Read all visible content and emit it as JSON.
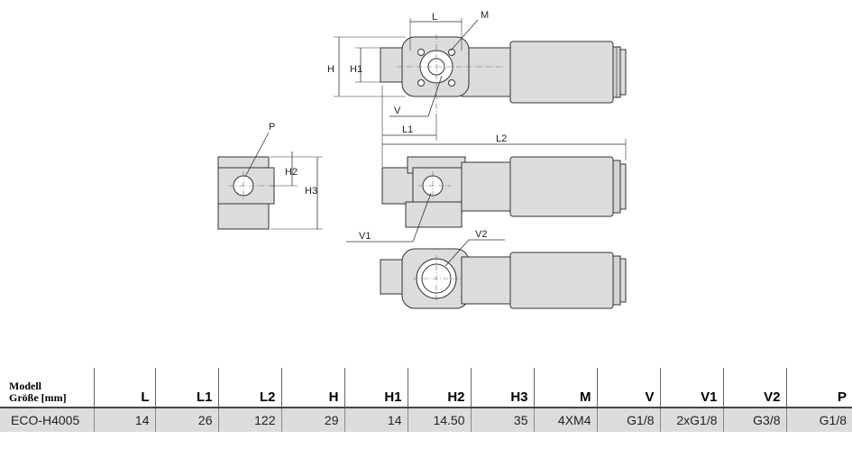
{
  "labels": {
    "L": "L",
    "M": "M",
    "H": "H",
    "H1": "H1",
    "V": "V",
    "L1": "L1",
    "L2": "L2",
    "P": "P",
    "H2": "H2",
    "H3": "H3",
    "V1": "V1",
    "V2": "V2"
  },
  "table": {
    "header_line1": "Modell",
    "header_line2": "Größe [mm]",
    "columns": [
      "L",
      "L1",
      "L2",
      "H",
      "H1",
      "H2",
      "H3",
      "M",
      "V",
      "V1",
      "V2",
      "P"
    ],
    "row": [
      "ECO-H4005",
      "14",
      "26",
      "122",
      "29",
      "14",
      "14.50",
      "35",
      "4XM4",
      "G1/8",
      "2xG1/8",
      "G3/8",
      "G1/8"
    ]
  }
}
